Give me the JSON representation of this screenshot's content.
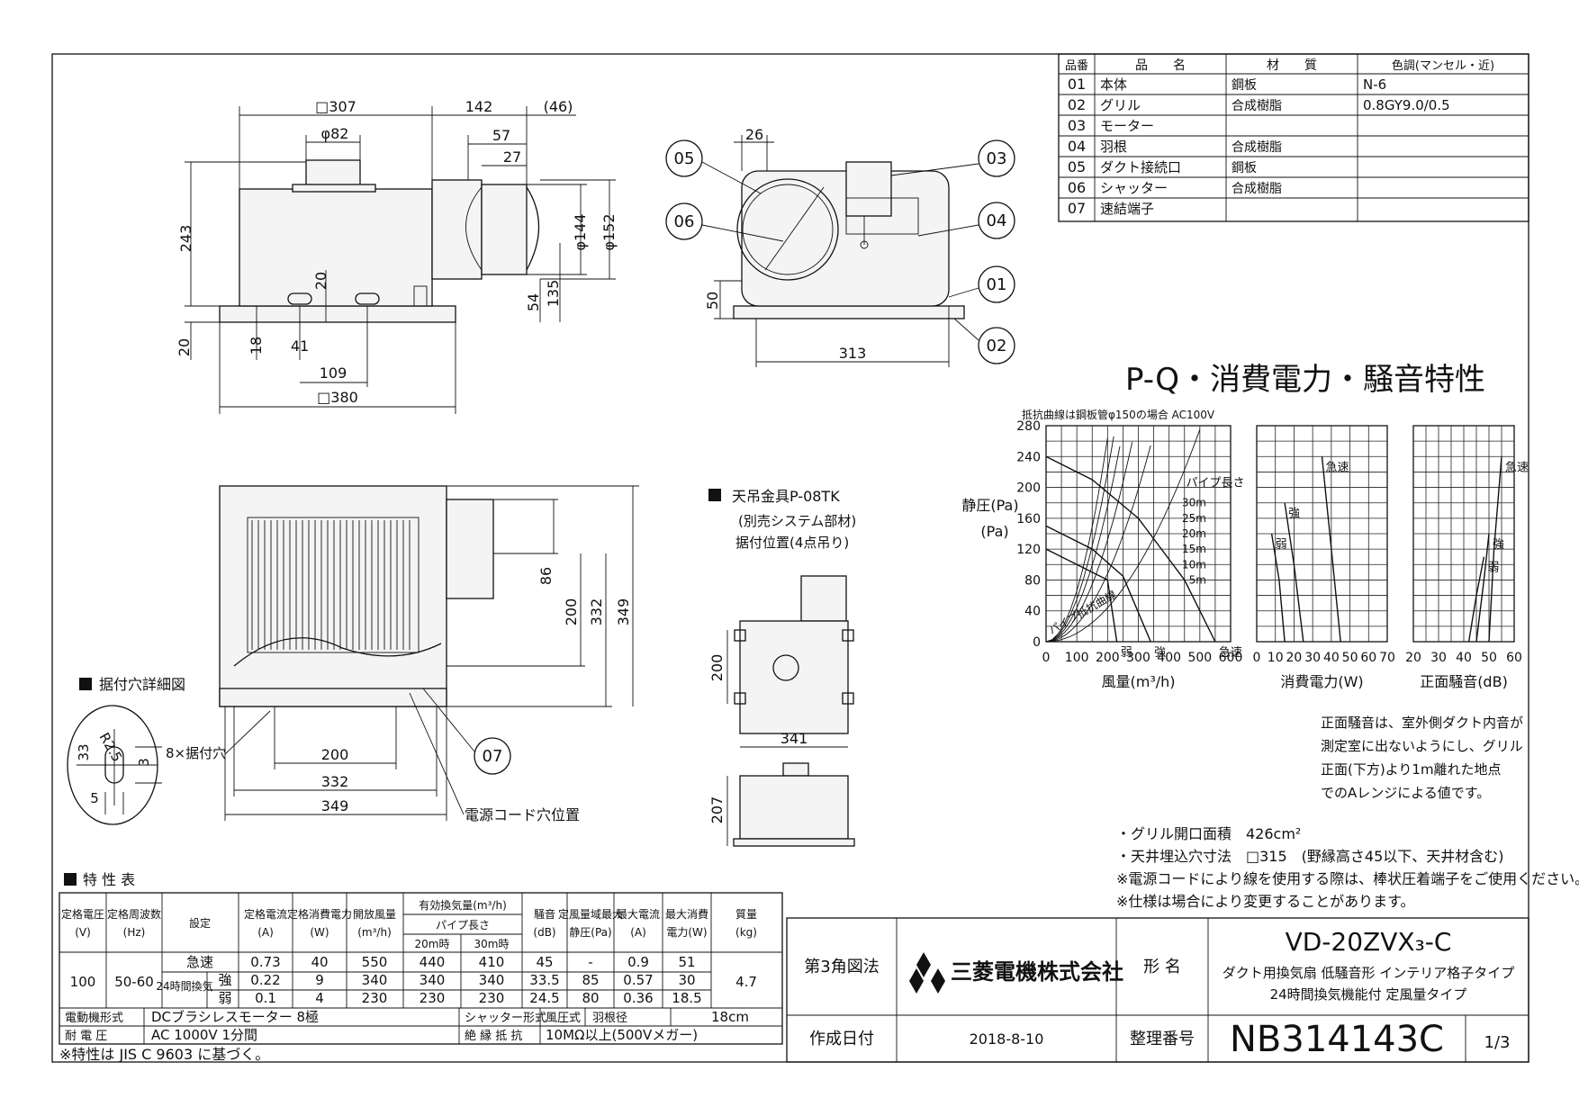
{
  "parts_table": {
    "headers": [
      "品番",
      "品　　名",
      "材　　質",
      "色調(マンセル・近)"
    ],
    "rows": [
      {
        "no": "01",
        "name": "本体",
        "material": "鋼板",
        "color": "N-6"
      },
      {
        "no": "02",
        "name": "グリル",
        "material": "合成樹脂",
        "color": "0.8GY9.0/0.5"
      },
      {
        "no": "03",
        "name": "モーター",
        "material": "",
        "color": ""
      },
      {
        "no": "04",
        "name": "羽根",
        "material": "合成樹脂",
        "color": ""
      },
      {
        "no": "05",
        "name": "ダクト接続口",
        "material": "鋼板",
        "color": ""
      },
      {
        "no": "06",
        "name": "シャッター",
        "material": "合成樹脂",
        "color": ""
      },
      {
        "no": "07",
        "name": "速結端子",
        "material": "",
        "color": ""
      }
    ]
  },
  "side_view_dims": {
    "d307": "□307",
    "d142": "142",
    "d46": "(46)",
    "d82": "φ82",
    "d57": "57",
    "d27": "27",
    "d243": "243",
    "d144": "φ144",
    "d152": "φ152",
    "d20a": "20",
    "d54": "54",
    "d135": "135",
    "d20b": "20",
    "d18": "18",
    "d41": "41",
    "d109": "109",
    "d380": "□380"
  },
  "end_view": {
    "d26": "26",
    "d50": "50",
    "d313": "313",
    "labels": [
      "05",
      "06",
      "03",
      "04",
      "01",
      "02"
    ]
  },
  "bottom_view": {
    "d86": "86",
    "d200": "200",
    "d332": "332",
    "d349": "349",
    "w200": "200",
    "w332": "332",
    "w349": "349",
    "label07": "07",
    "cord_label": "電源コード穴位置"
  },
  "detail": {
    "title": "据付穴詳細図",
    "r": "R2.5",
    "d33": "33",
    "d3": "3",
    "d5": "5",
    "holes": "8×据付穴"
  },
  "bracket": {
    "title": "天吊金具P-08TK",
    "sub1": "(別売システム部材)",
    "sub2": "据付位置(4点吊り)",
    "d200": "200",
    "d341": "341",
    "d207": "207"
  },
  "chart_data": [
    {
      "type": "line",
      "title": "P-Q・消費電力・騒音特性",
      "note": "抵抗曲線は鋼板管φ150の場合 AC100V",
      "xlabel": "風量(m³/h)",
      "ylabel": "静圧(Pa)",
      "xlim": [
        0,
        600
      ],
      "ylim": [
        0,
        280
      ],
      "xticks": [
        "0",
        "100",
        "200",
        "300",
        "400",
        "500",
        "600"
      ],
      "yticks": [
        "0",
        "40",
        "80",
        "120",
        "160",
        "200",
        "240",
        "280"
      ],
      "series": [
        {
          "name": "急速",
          "x": [
            0,
            150,
            300,
            450,
            550
          ],
          "y": [
            240,
            210,
            160,
            80,
            0
          ]
        },
        {
          "name": "強",
          "x": [
            0,
            150,
            250,
            340
          ],
          "y": [
            150,
            120,
            85,
            0
          ]
        },
        {
          "name": "弱",
          "x": [
            0,
            100,
            200,
            230
          ],
          "y": [
            120,
            100,
            80,
            0
          ]
        }
      ],
      "resistance_label": "パイプ長さ",
      "resistance_curves": [
        "30m",
        "25m",
        "20m",
        "15m",
        "10m",
        "5m"
      ],
      "pipe_curve_label": "パイプ抵抗曲線"
    },
    {
      "type": "line",
      "xlabel": "消費電力(W)",
      "xlim": [
        0,
        70
      ],
      "xticks": [
        "0",
        "10",
        "20",
        "30",
        "40",
        "50",
        "60",
        "70"
      ],
      "series": [
        {
          "name": "急速",
          "x": [
            45,
            40,
            35
          ],
          "y": [
            0,
            120,
            240
          ]
        },
        {
          "name": "強",
          "x": [
            25,
            20,
            15
          ],
          "y": [
            0,
            100,
            180
          ]
        },
        {
          "name": "弱",
          "x": [
            15,
            12,
            8
          ],
          "y": [
            0,
            80,
            140
          ]
        }
      ]
    },
    {
      "type": "line",
      "xlabel": "正面騒音(dB)",
      "xlim": [
        20,
        60
      ],
      "xticks": [
        "20",
        "30",
        "40",
        "50",
        "60"
      ],
      "series": [
        {
          "name": "急速",
          "x": [
            50,
            52,
            55
          ],
          "y": [
            0,
            120,
            240
          ]
        },
        {
          "name": "強",
          "x": [
            45,
            48,
            50
          ],
          "y": [
            0,
            80,
            140
          ]
        },
        {
          "name": "弱",
          "x": [
            42,
            45,
            48
          ],
          "y": [
            0,
            60,
            110
          ]
        }
      ]
    }
  ],
  "noise_note": [
    "正面騒音は、室外側ダクト内音が",
    "測定室に出ないようにし、グリル",
    "正面(下方)より1m離れた地点",
    "でのAレンジによる値です。"
  ],
  "notes": [
    "・グリル開口面積　426cm²",
    "・天井埋込穴寸法　□315　(野縁高さ45以下、天井材含む)",
    "※電源コードにより線を使用する際は、棒状圧着端子をご使用ください。",
    "※仕様は場合により変更することがあります。"
  ],
  "spec": {
    "title": "特 性 表",
    "h": [
      "定格電圧(V)",
      "定格周波数(Hz)",
      "設定",
      "定格電流(A)",
      "定格消費電力(W)",
      "開放風量(m³/h)",
      "有効換気量(m³/h)",
      "パイプ長さ",
      "20m時",
      "30m時",
      "騒音(dB)",
      "定風量域最大静圧(Pa)",
      "最大電流(A)",
      "最大消費電力(W)",
      "質量(kg)"
    ],
    "voltage": "100",
    "freq": "50-60",
    "mass": "4.7",
    "rows": [
      {
        "mode": "急速",
        "a": "0.73",
        "w": "40",
        "open": "550",
        "m20": "440",
        "m30": "410",
        "db": "45",
        "pa": "-",
        "maxa": "0.9",
        "maxw": "51"
      },
      {
        "mode": "強",
        "a": "0.22",
        "w": "9",
        "open": "340",
        "m20": "340",
        "m30": "340",
        "db": "33.5",
        "pa": "85",
        "maxa": "0.57",
        "maxw": "30"
      },
      {
        "mode": "弱",
        "a": "0.1",
        "w": "4",
        "open": "230",
        "m20": "230",
        "m30": "230",
        "db": "24.5",
        "pa": "80",
        "maxa": "0.36",
        "maxw": "18.5"
      }
    ],
    "ventlabel": "24時間換気",
    "motor_h": "電動機形式",
    "motor": "DCブラシレスモーター 8極",
    "shutter_h": "シャッター形式",
    "shutter": "風圧式",
    "blade_h": "羽根径",
    "blade": "18cm",
    "withstand_h": "耐 電 圧",
    "withstand": "AC 1000V 1分間",
    "insul_h": "絶 縁 抵 抗",
    "insul": "10MΩ以上(500Vメガー)",
    "footnote": "※特性は JIS C 9603 に基づく。"
  },
  "title_block": {
    "projection": "第3角図法",
    "company": "三菱電機株式会社",
    "model_h": "形 名",
    "model": "VD-20ZVX₃-C",
    "desc1": "ダクト用換気扇 低騒音形 インテリア格子タイプ",
    "desc2": "24時間換気機能付 定風量タイプ",
    "date_h": "作成日付",
    "date": "2018-8-10",
    "ref_h": "整理番号",
    "ref": "NB314143C",
    "page": "1/3"
  }
}
